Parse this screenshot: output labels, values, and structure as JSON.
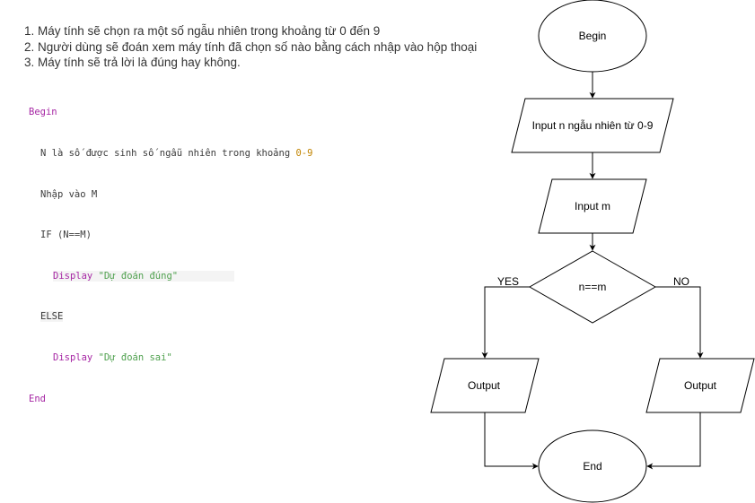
{
  "steps": [
    "1. Máy tính sẽ chọn ra một số ngẫu nhiên trong khoảng từ 0 đến 9",
    "2. Người dùng sẽ đoán xem máy tính đã chọn số nào bằng cách nhập vào hộp thoại",
    "3. Máy tính sẽ trả lời là đúng hay không."
  ],
  "code": {
    "begin": "Begin",
    "line1_text": "N là số được sinh số ngẫu nhiên trong khoảng ",
    "line1_range": "0-9",
    "line2": "Nhập vào M",
    "line3": "IF (N==M)",
    "line4_kw": "Display",
    "line4_str": "\"Dự đoán đúng\"",
    "line5": "ELSE",
    "line6_kw": "Display",
    "line6_str": "\"Dự đoán sai\"",
    "end": "End"
  },
  "flowchart": {
    "begin": "Begin",
    "input_n": "Input n ngẫu nhiên từ 0-9",
    "input_m": "Input m",
    "decision": "n==m",
    "yes_label": "YES",
    "no_label": "NO",
    "output_left": "Output",
    "output_right": "Output",
    "end": "End"
  }
}
